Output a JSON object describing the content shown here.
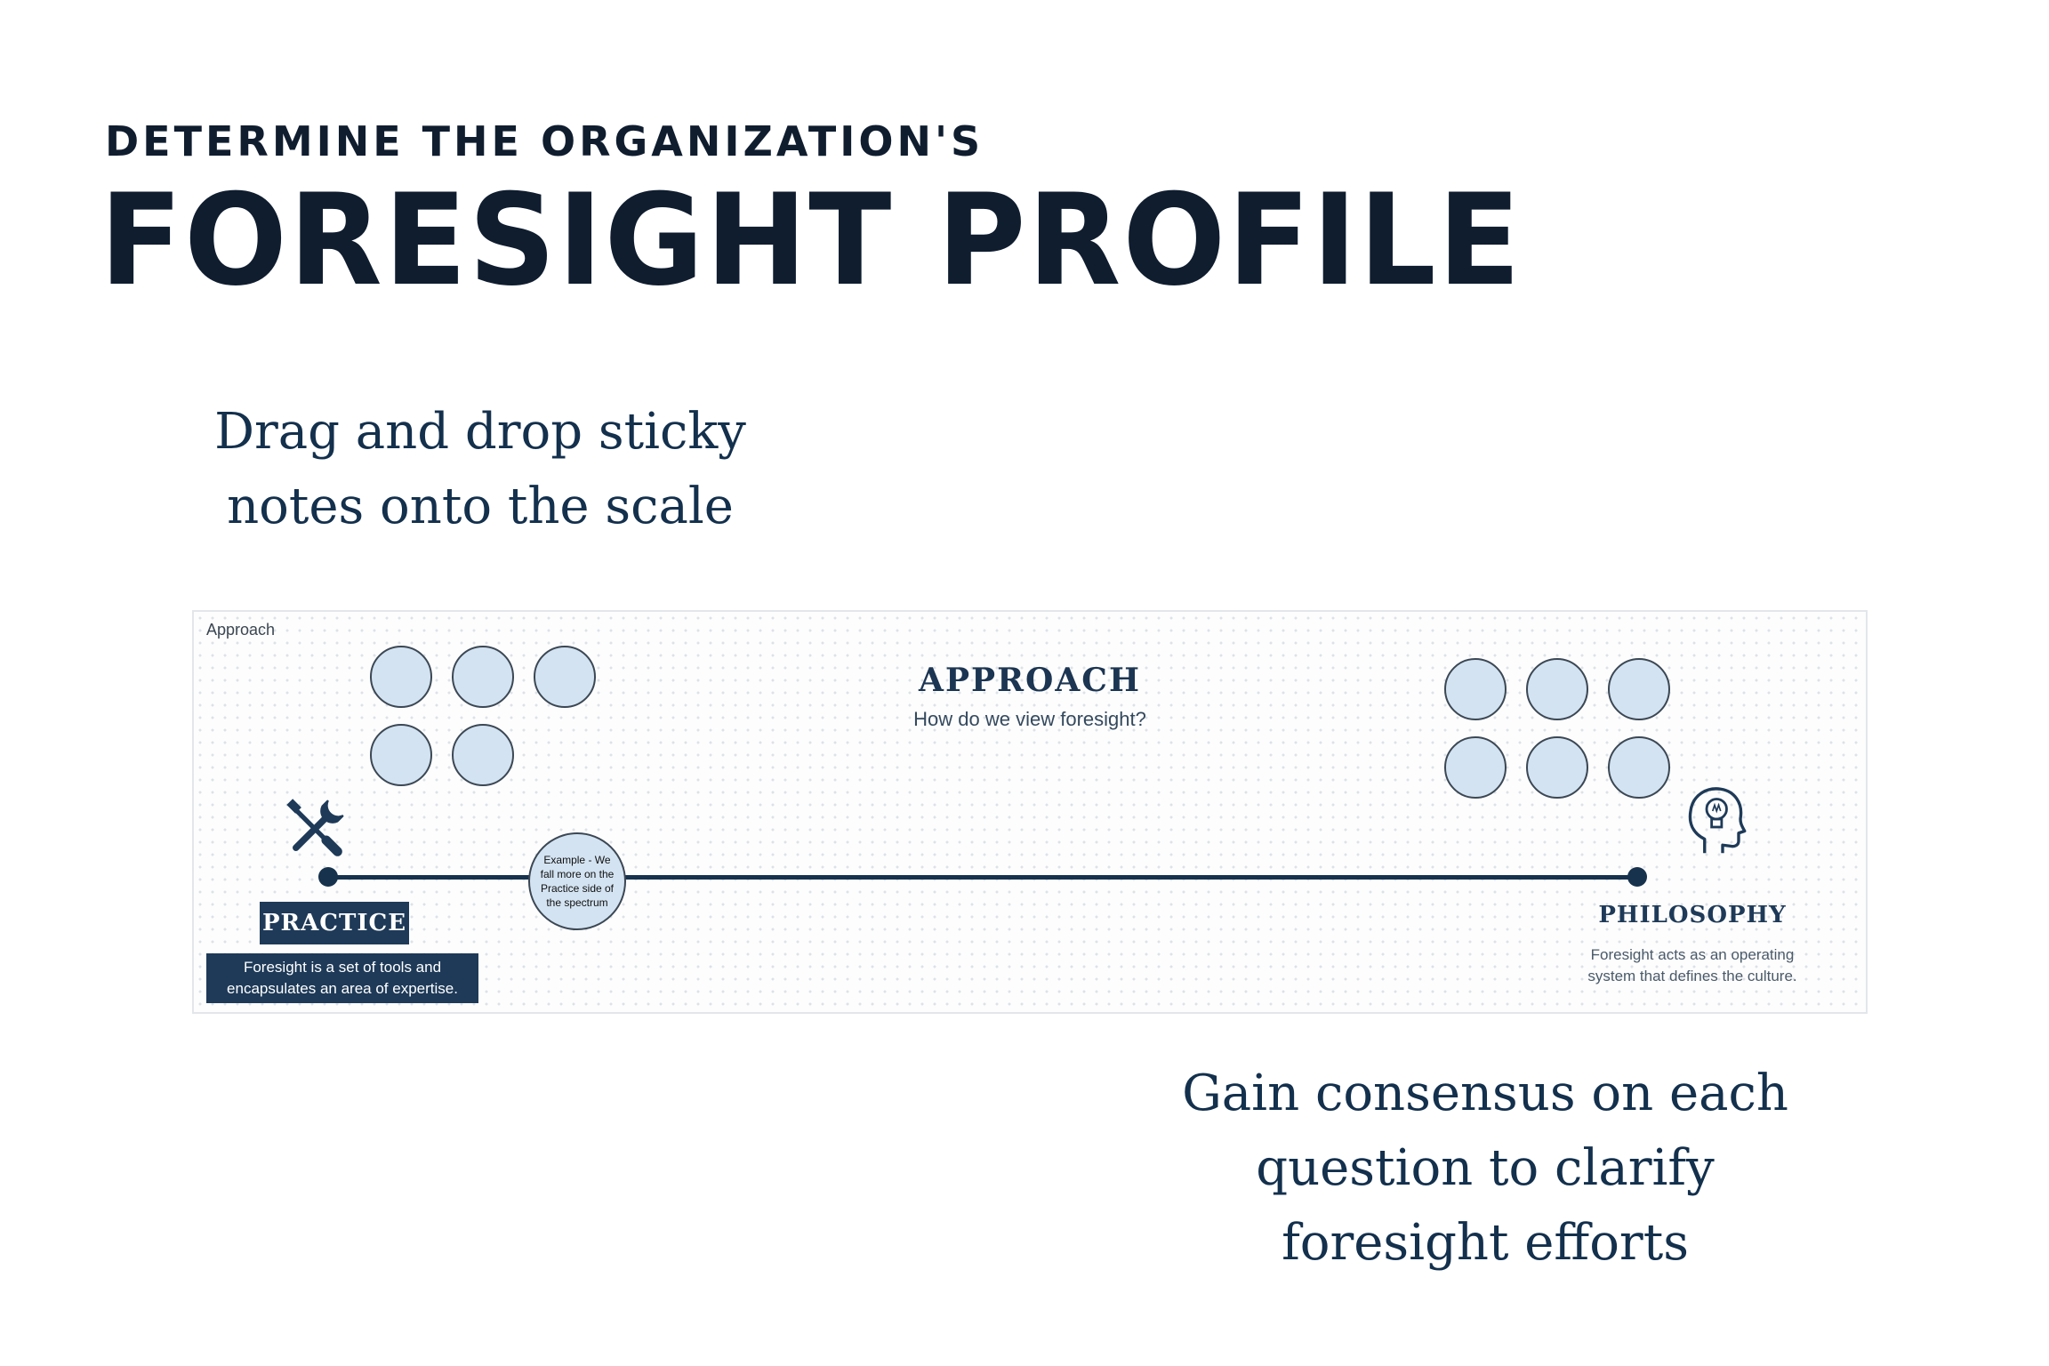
{
  "header": {
    "subtitle": "DETERMINE THE ORGANIZATION'S",
    "title": "FORESIGHT PROFILE"
  },
  "instructions": {
    "top": "Drag and drop sticky notes onto the scale",
    "bottom": "Gain consensus on each question to clarify foresight efforts"
  },
  "board": {
    "frame_label": "Approach",
    "title": "APPROACH",
    "question": "How do we view foresight?",
    "example_note": "Example - We fall more on the Practice side of the spectrum",
    "left_end": {
      "label": "PRACTICE",
      "description": "Foresight is a set of tools and encapsulates an area of expertise.",
      "icon": "tools-icon"
    },
    "right_end": {
      "label": "PHILOSOPHY",
      "description": "Foresight acts as an operating system that defines the culture.",
      "icon": "head-lightbulb-icon"
    },
    "sticky_note_color": "#d3e3f1",
    "accent_color": "#1e3a58"
  }
}
